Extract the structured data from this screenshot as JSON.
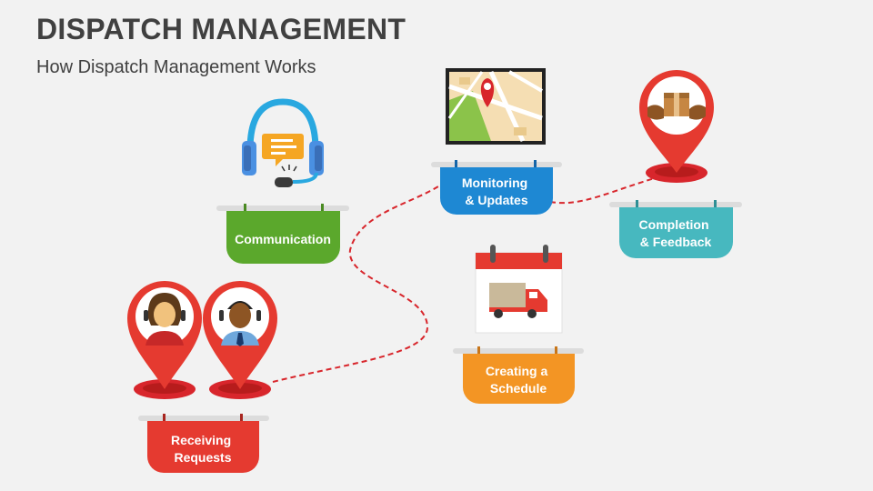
{
  "header": {
    "title": "DISPATCH MANAGEMENT",
    "subtitle": "How Dispatch Management Works"
  },
  "colors": {
    "communication": "#5ba82c",
    "monitoring": "#1e88d3",
    "completion": "#47b8bf",
    "schedule": "#f39524",
    "requests": "#e53a30",
    "path": "#d8262c"
  },
  "steps": [
    {
      "id": "communication",
      "lines": [
        "Communication"
      ],
      "icon": "headset-chat-icon"
    },
    {
      "id": "monitoring",
      "lines": [
        "Monitoring",
        "& Updates"
      ],
      "icon": "map-tablet-icon"
    },
    {
      "id": "completion",
      "lines": [
        "Completion",
        "& Feedback"
      ],
      "icon": "delivery-pin-icon"
    },
    {
      "id": "schedule",
      "lines": [
        "Creating a",
        "Schedule"
      ],
      "icon": "calendar-truck-icon"
    },
    {
      "id": "requests",
      "lines": [
        "Receiving",
        "Requests"
      ],
      "icon": "agent-pins-icon"
    }
  ]
}
